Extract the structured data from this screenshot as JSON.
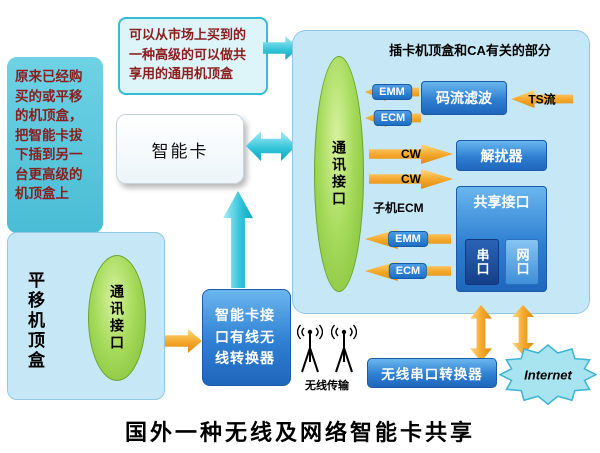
{
  "caption": "国外一种无线及网络智能卡共享",
  "notes": {
    "old_stb": "原来已经购买的或平移的机顶盒，把智能卡拔下插到另一台更高级的机顶盒上",
    "callout": "可以从市场上买到的一种高级的可以做共享用的通用机顶盒"
  },
  "smart_card": {
    "label": "智能卡"
  },
  "main_box": {
    "title": "插卡机顶盒和CA有关的部分",
    "comm_interface": "通讯接口",
    "stream_filter": "码流滤波",
    "descrambler": "解扰器",
    "share_interface": "共享接口",
    "serial_port": "串口",
    "net_port": "网口",
    "labels": {
      "ts": "TS流",
      "emm_top": "EMM",
      "ecm_top": "ECM",
      "cw1": "CW",
      "cw2": "CW",
      "sub_ecm": "子机ECM",
      "emm_bottom": "EMM",
      "ecm_bottom": "ECM"
    }
  },
  "shifted_stb": {
    "label": "平移机顶盒",
    "comm_interface": "通讯接口"
  },
  "converter": {
    "label": "智能卡接口有线无线转换器"
  },
  "wireless_label": "无线传输",
  "serial_converter": {
    "label": "无线串口转换器"
  },
  "internet": {
    "label": "Internet"
  },
  "colors": {
    "panel_fill": "#c6e7f5",
    "note_fill": "#55c6dc",
    "component_blue": "#2e7fd2",
    "ellipse_green": "#8fcc44",
    "arrow_orange": "#f4a62a",
    "arrow_cyan": "#30c2d8",
    "note_text": "#8b1d1d"
  }
}
